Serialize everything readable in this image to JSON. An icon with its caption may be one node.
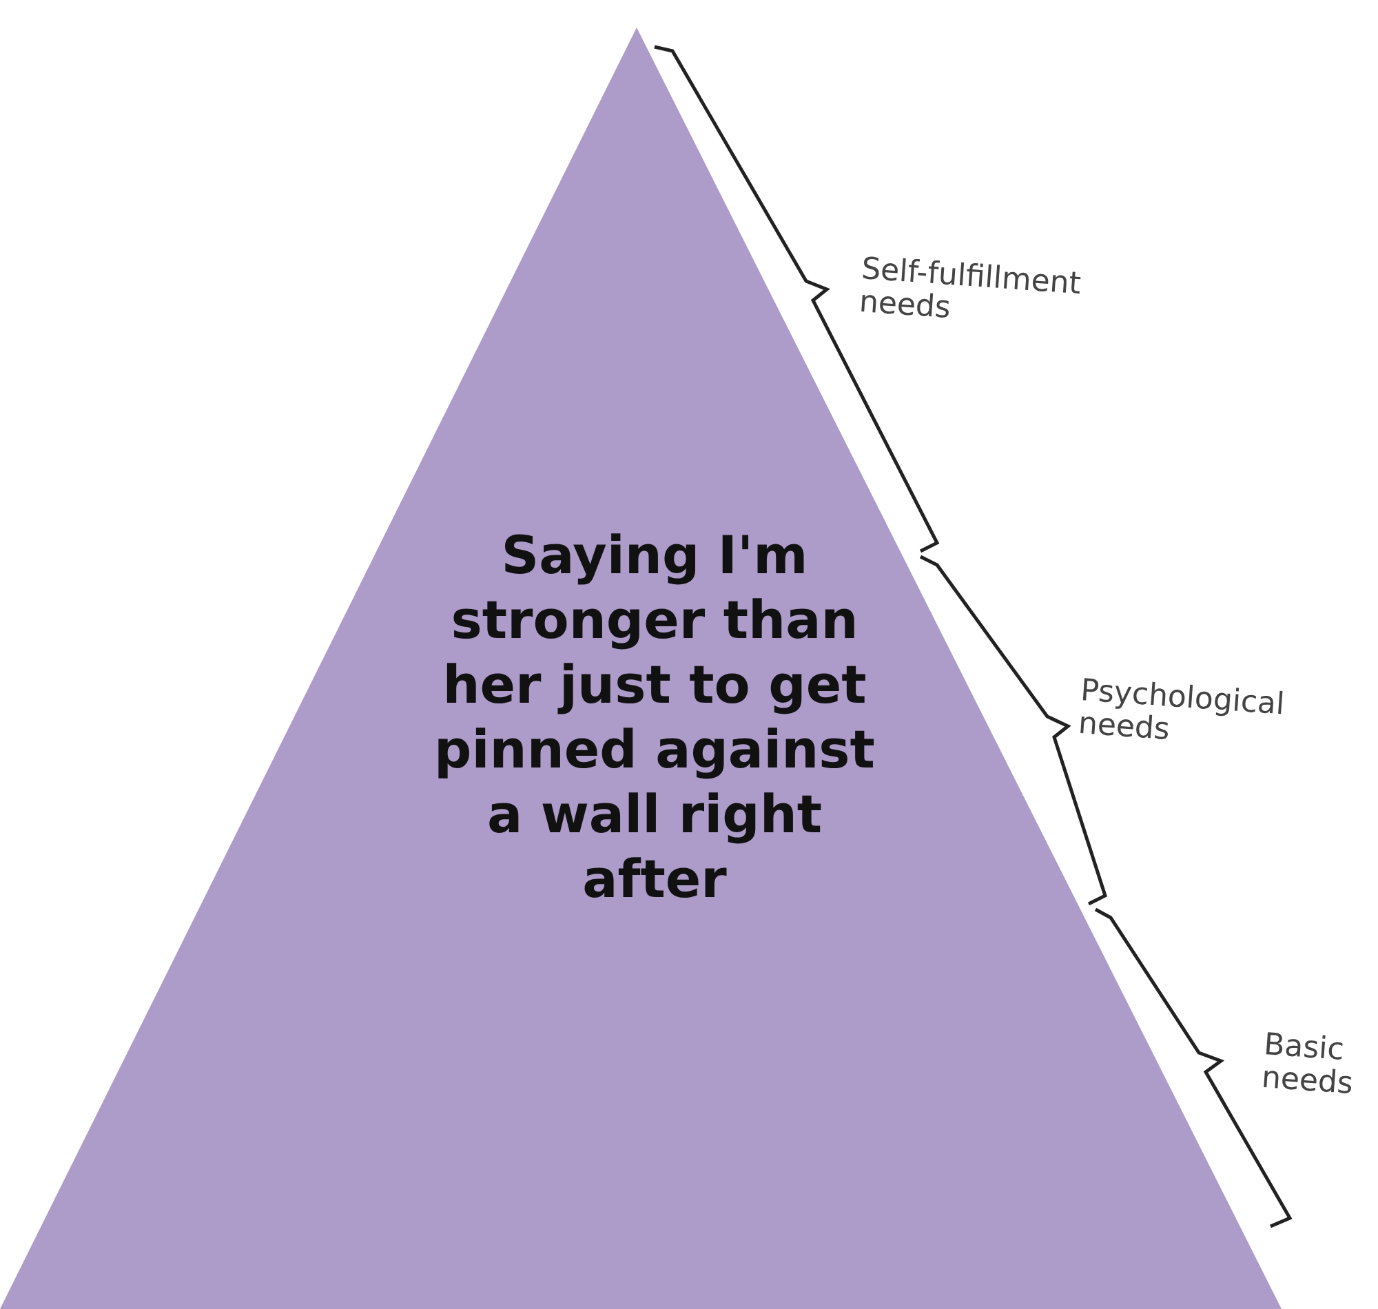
{
  "diagram": {
    "nodes": [
      {
        "text": [
          "Saying I'm stronger than her just to get pinned against a wall right after"
        ]
      }
    ],
    "labels": [
      "Self-fulfillment needs",
      "Psychological needs",
      "Basic needs"
    ]
  }
}
